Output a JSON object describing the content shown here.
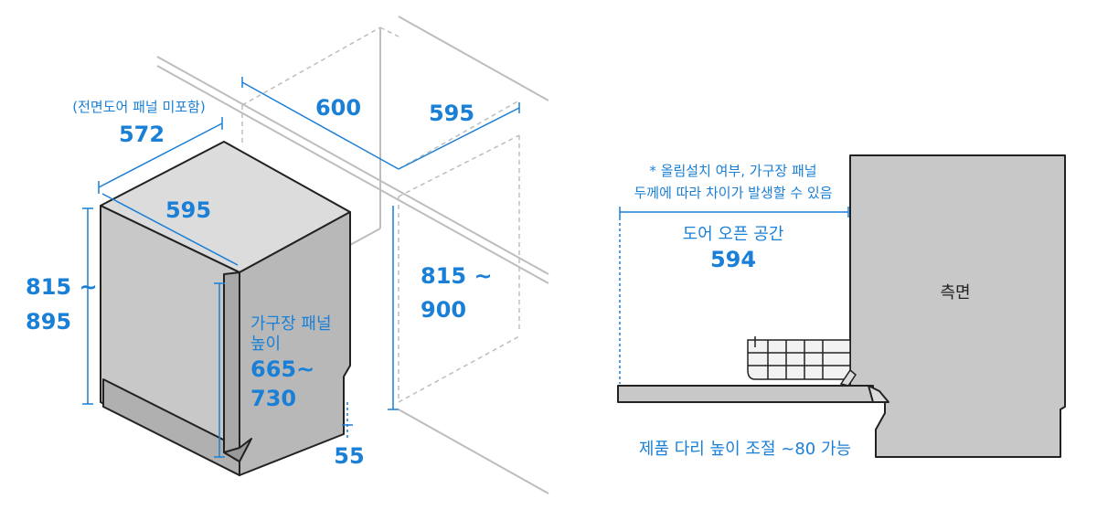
{
  "left": {
    "note": "(전면도어 패널 미포함)",
    "depth_top": "572",
    "top_width": "595",
    "niche_width": "600",
    "niche_depth": "595",
    "height_line1": "815 ~",
    "height_line2": "895",
    "niche_height_line1": "815 ~",
    "niche_height_line2": "900",
    "panel_label_line1": "가구장 패널",
    "panel_label_line2": "높이",
    "panel_value_line1": "665~",
    "panel_value_line2": "730",
    "plinth": "55"
  },
  "right": {
    "note_line1": "* 올림설치 여부, 가구장 패널",
    "note_line2": "두께에 따라 차이가 발생할 수 있음",
    "door_space_label": "도어 오픈 공간",
    "door_space_value": "594",
    "side_label": "측면",
    "leg_note": "제품 다리 높이 조절 ~80 가능"
  },
  "colors": {
    "accent": "#1a7fd6",
    "body_gray": "#c8c8c8",
    "outline": "#222222",
    "furniture": "#bdbdbd"
  }
}
